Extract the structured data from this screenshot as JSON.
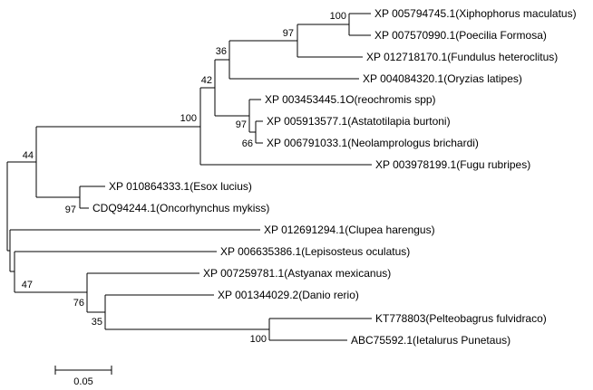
{
  "taxa": [
    "XP 005794745.1(Xiphophorus maculatus)",
    "XP 007570990.1(Poecilia Formosa)",
    "XP 012718170.1(Fundulus heteroclitus)",
    "XP 004084320.1(Oryzias latipes)",
    "XP 003453445.1O(reochromis spp)",
    "XP 005913577.1(Astatotilapia burtoni)",
    "XP 006791033.1(Neolamprologus brichardi)",
    "XP 003978199.1(Fugu rubripes)",
    "XP 010864333.1(Esox lucius)",
    "CDQ94244.1(Oncorhynchus mykiss)",
    "XP 012691294.1(Clupea harengus)",
    "XP 006635386.1(Lepisosteus oculatus)",
    "XP 007259781.1(Astyanax mexicanus)",
    "XP 001344029.2(Danio rerio)",
    "KT778803(Pelteobagrus fulvidraco)",
    "ABC75592.1(Ietalurus Punetaus)"
  ],
  "support_values": [
    "100",
    "97",
    "36",
    "42",
    "97",
    "66",
    "100",
    "44",
    "97",
    "47",
    "76",
    "35",
    "100"
  ],
  "scale_bar": {
    "label": "0.05"
  }
}
